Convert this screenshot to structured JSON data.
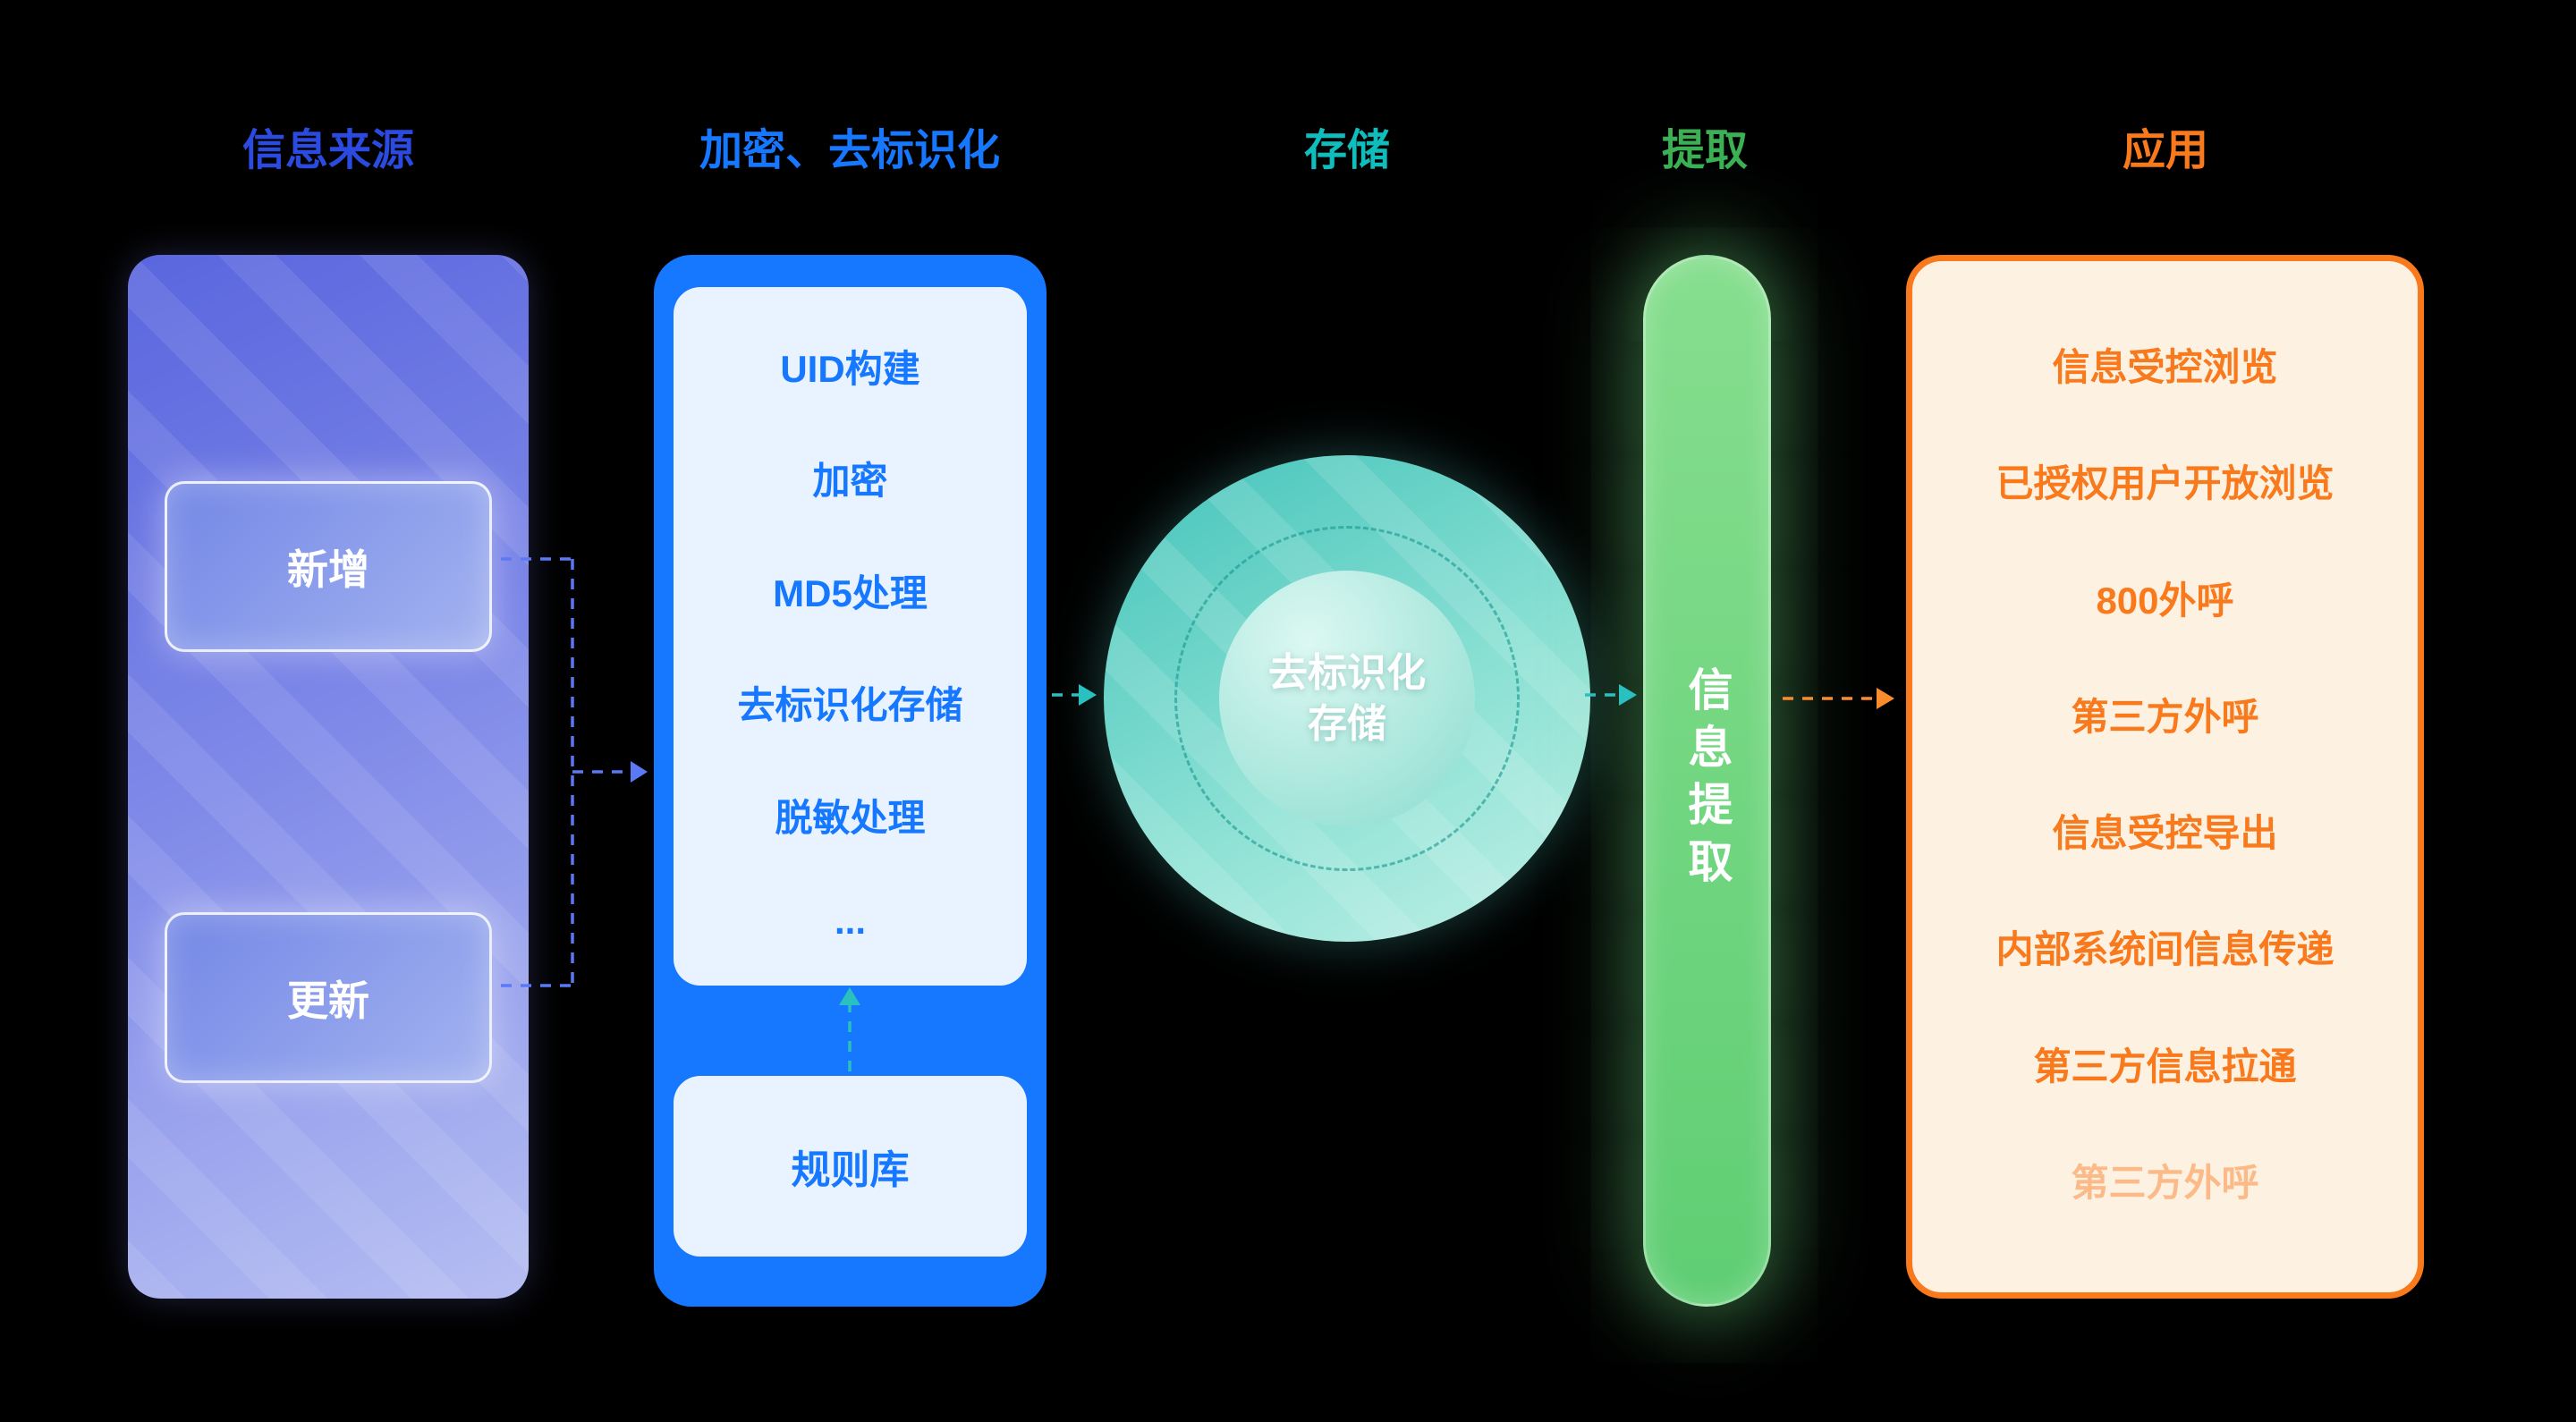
{
  "colors": {
    "source_header": "#2b4ae0",
    "encrypt_blue": "#1677ff",
    "storage_teal": "#10bdbd",
    "extract_green": "#3cb054",
    "app_orange": "#f9791d"
  },
  "headers": {
    "source": "信息来源",
    "encrypt": "加密、去标识化",
    "storage": "存储",
    "extract": "提取",
    "app": "应用"
  },
  "source": {
    "nodes": [
      "新增",
      "更新"
    ]
  },
  "encrypt": {
    "steps": [
      "UID构建",
      "加密",
      "MD5处理",
      "去标识化存储",
      "脱敏处理",
      "..."
    ],
    "rule_library": "规则库"
  },
  "storage": {
    "line1": "去标识化",
    "line2": "存储"
  },
  "extract": {
    "label": "信息提取"
  },
  "app": {
    "items": [
      "信息受控浏览",
      "已授权用户开放浏览",
      "800外呼",
      "第三方外呼",
      "信息受控导出",
      "内部系统间信息传递",
      "第三方信息拉通",
      "第三方外呼"
    ]
  }
}
